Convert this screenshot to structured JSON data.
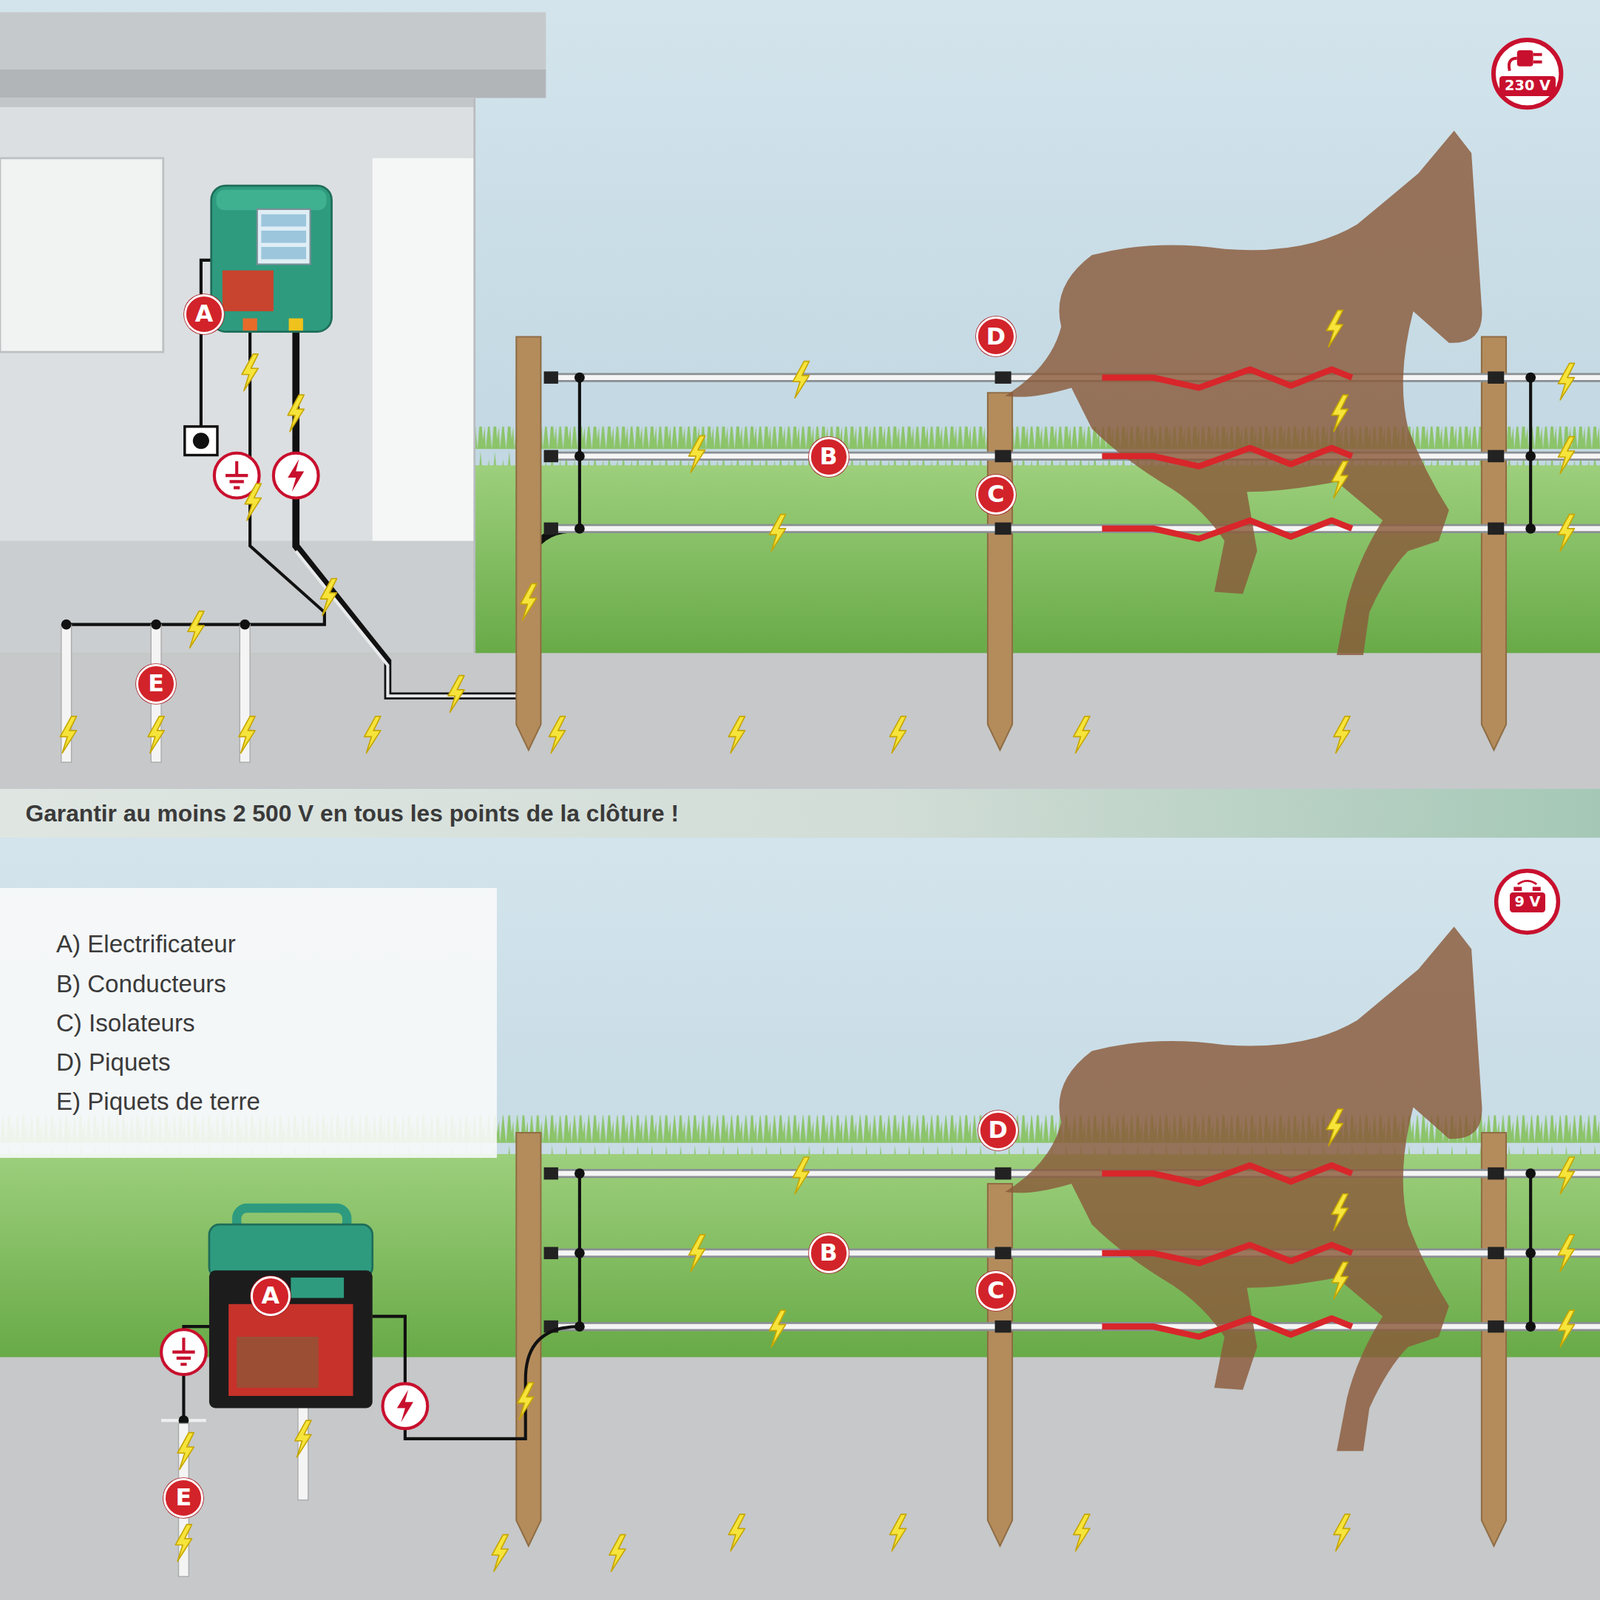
{
  "diagram": {
    "nodes": [
      {
        "text": [
          "230 V"
        ]
      },
      {
        "text": [
          "A"
        ]
      },
      {
        "text": [
          "D"
        ]
      },
      {
        "text": [
          "B"
        ]
      },
      {
        "text": [
          "C"
        ]
      },
      {
        "text": [
          "E"
        ]
      },
      {
        "text": [
          "Garantir au moins 2 500 V en tous les points de la clôture !"
        ]
      },
      {
        "text": [
          "A) Electrificateur",
          "B) Conducteurs",
          "C) Isolateurs",
          "D) Piquets",
          "E) Piquets de terre"
        ]
      },
      {
        "text": [
          "9 V"
        ]
      },
      {
        "text": [
          "D"
        ]
      },
      {
        "text": [
          "B"
        ]
      },
      {
        "text": [
          "A"
        ]
      },
      {
        "text": [
          "C"
        ]
      },
      {
        "text": [
          "E"
        ]
      }
    ]
  }
}
